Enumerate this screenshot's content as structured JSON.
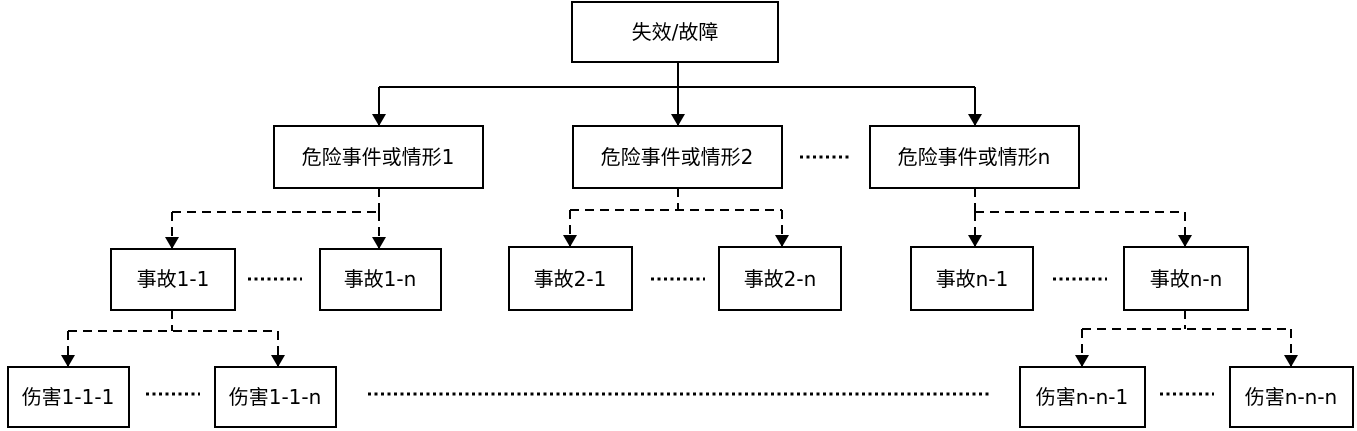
{
  "root": {
    "label": "失效/故障"
  },
  "hazards": [
    {
      "label": "危险事件或情形1"
    },
    {
      "label": "危险事件或情形2"
    },
    {
      "label": "危险事件或情形n"
    }
  ],
  "accidents": [
    {
      "label": "事故1-1"
    },
    {
      "label": "事故1-n"
    },
    {
      "label": "事故2-1"
    },
    {
      "label": "事故2-n"
    },
    {
      "label": "事故n-1"
    },
    {
      "label": "事故n-n"
    }
  ],
  "harms": [
    {
      "label": "伤害1-1-1"
    },
    {
      "label": "伤害1-1-n"
    },
    {
      "label": "伤害n-n-1"
    },
    {
      "label": "伤害n-n-n"
    }
  ],
  "ellipsis_marker": "……"
}
